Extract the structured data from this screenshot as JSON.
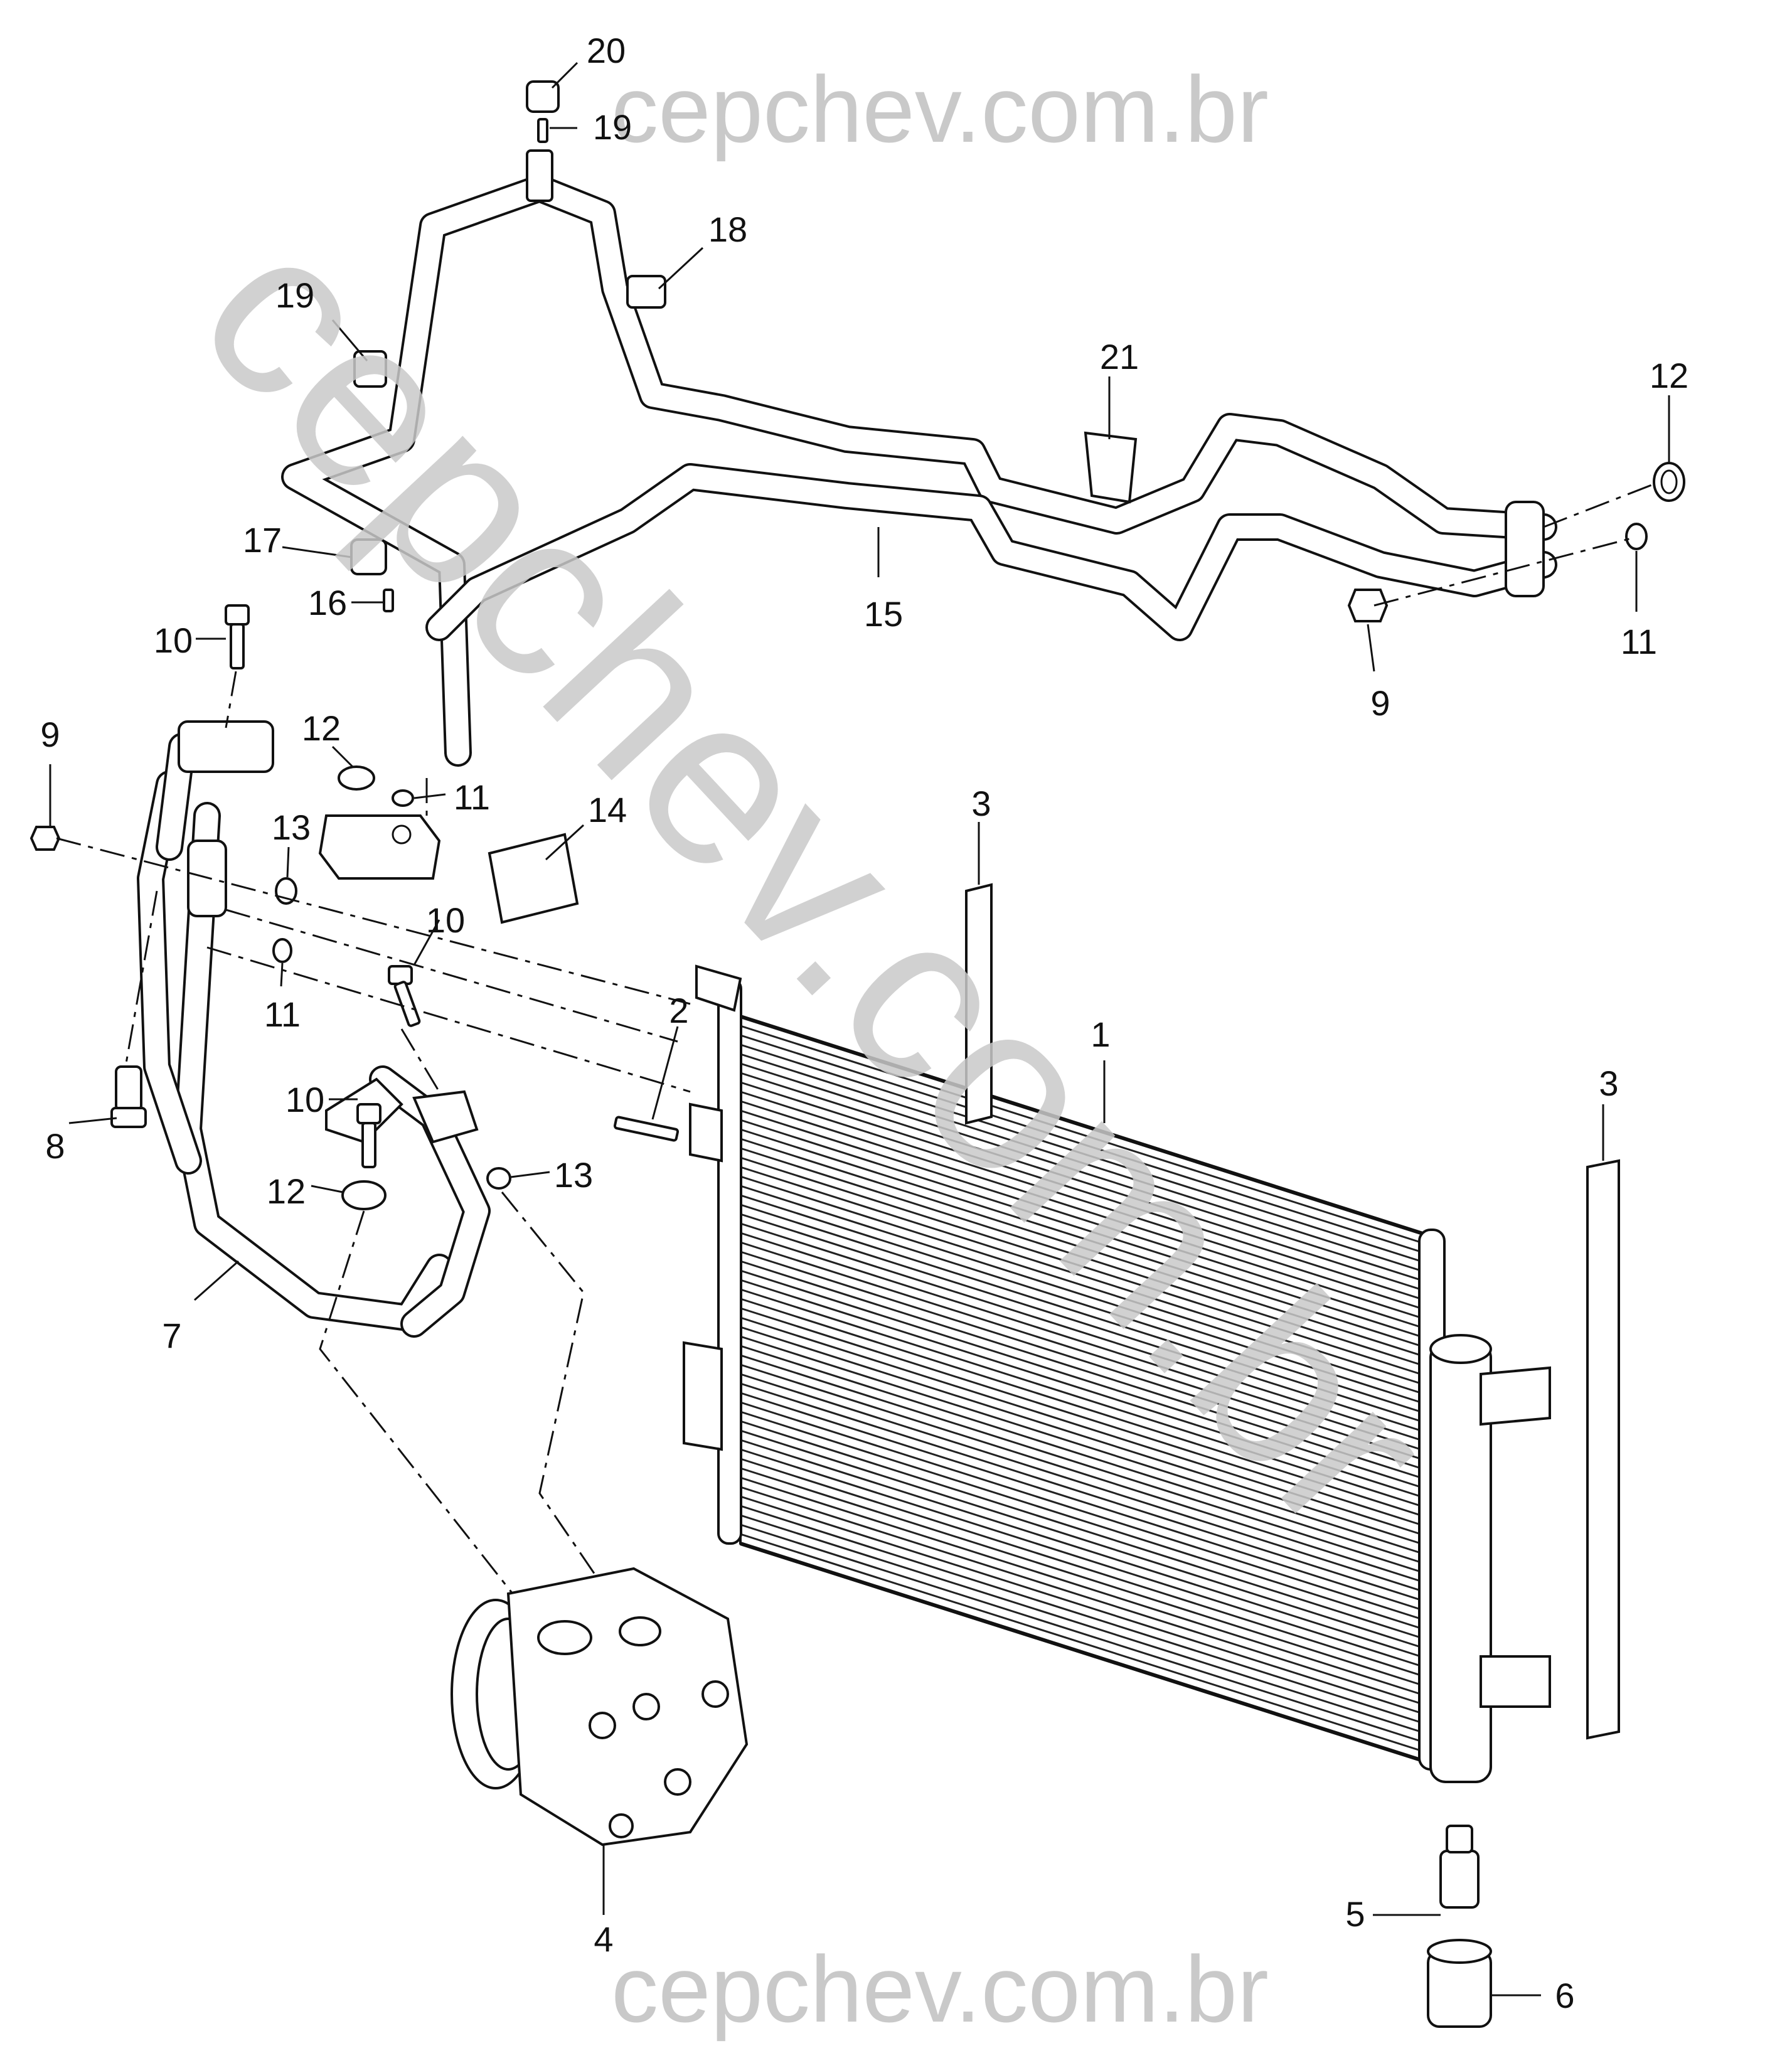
{
  "watermark": {
    "top": "cepchev.com.br",
    "bottom": "cepchev.com.br",
    "diagonal": "cepchev.com.br"
  },
  "callouts": [
    "20",
    "19",
    "18",
    "19",
    "21",
    "12",
    "17",
    "16",
    "15",
    "10",
    "9",
    "12",
    "11",
    "11",
    "9",
    "13",
    "10",
    "14",
    "3",
    "11",
    "2",
    "1",
    "10",
    "3",
    "8",
    "12",
    "13",
    "7",
    "5",
    "4",
    "6"
  ]
}
